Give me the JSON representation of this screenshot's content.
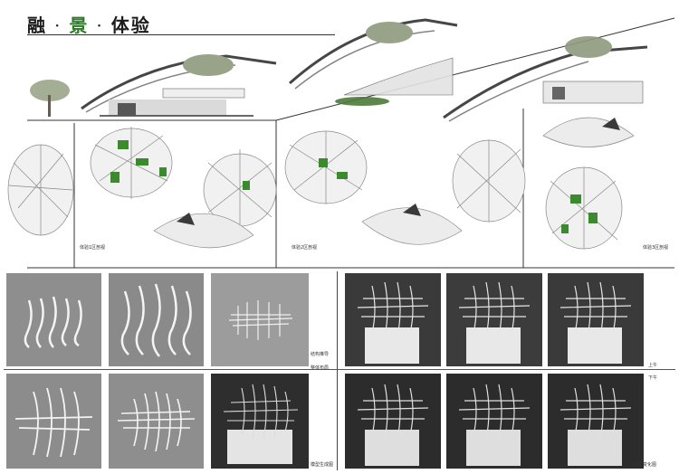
{
  "title": {
    "part1": "融",
    "part2": "景",
    "part3": "体验"
  },
  "captions": {
    "zone1": "体验1区剖视",
    "zone2": "体验2区剖视",
    "zone3": "体验3区剖视",
    "structure": "结构推导",
    "overall": "整体布局",
    "model": "模型生成图",
    "morning": "上午",
    "afternoon": "下午",
    "light": "光影变化图"
  },
  "colors": {
    "accent": "#2f7a2a",
    "green_patch": "#3c8a2e",
    "rust": "#b5532a"
  }
}
